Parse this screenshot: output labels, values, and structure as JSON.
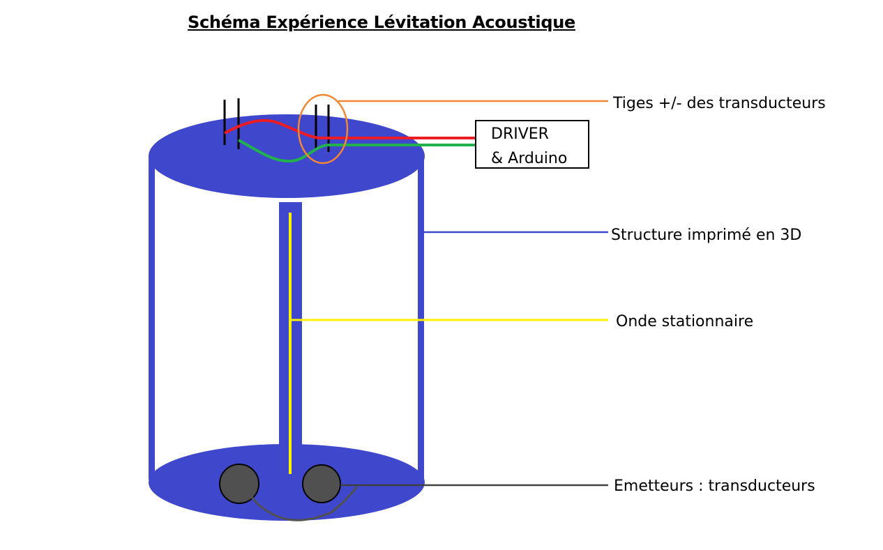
{
  "title": "Schéma Expérience Lévitation Acoustique",
  "box": {
    "line1": "DRIVER",
    "line2": "& Arduino"
  },
  "labels": {
    "rods": "Tiges +/- des transducteurs",
    "structure": "Structure imprimé en 3D",
    "wave": "Onde stationnaire",
    "emitters": "Emetteurs : transducteurs"
  },
  "colors": {
    "structure": "#3f48cc",
    "wave": "#fff200",
    "highlight": "#f58634",
    "wire_positive": "#ed1c24",
    "wire_negative": "#22b14c",
    "transducer": "#505050",
    "leader_dark": "#404040"
  }
}
